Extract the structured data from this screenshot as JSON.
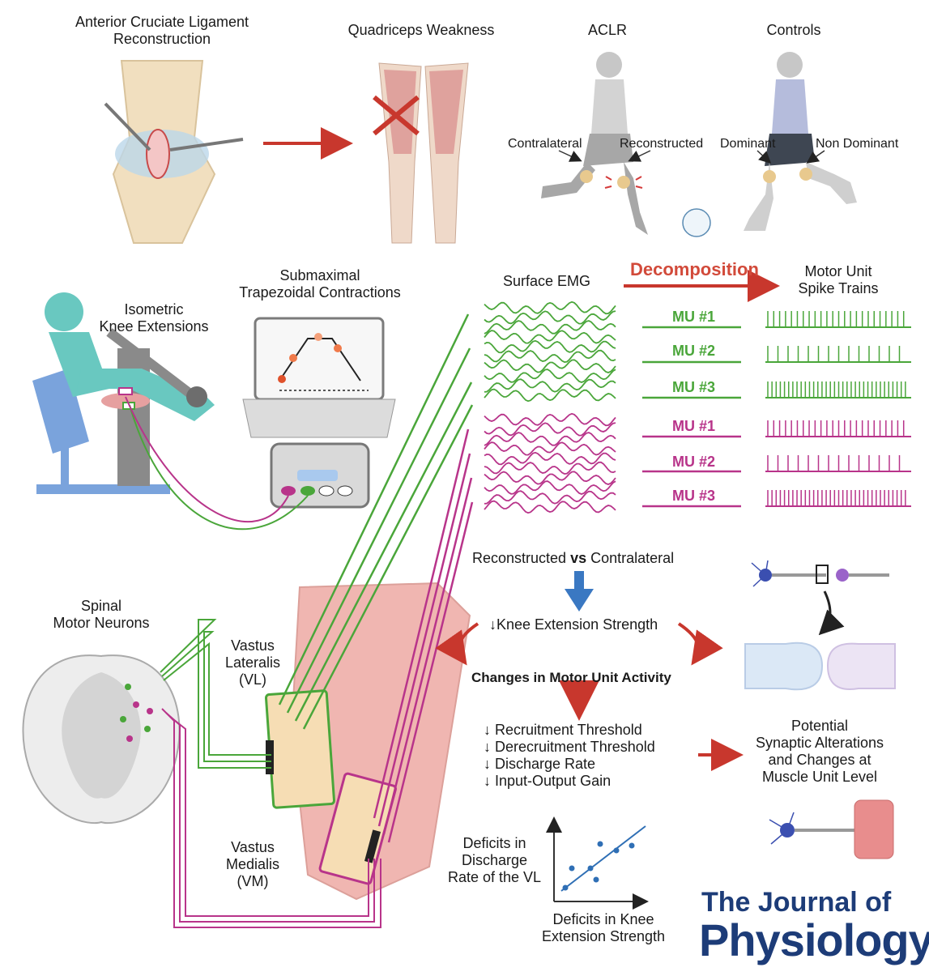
{
  "top": {
    "aclr_surgery": "Anterior Cruciate Ligament\nReconstruction",
    "quad_weakness": "Quadriceps Weakness",
    "aclr_group": "ACLR",
    "controls_group": "Controls",
    "contralateral": "Contralateral",
    "reconstructed": "Reconstructed",
    "dominant": "Dominant",
    "non_dominant": "Non Dominant"
  },
  "protocol": {
    "isometric": "Isometric\nKnee Extensions",
    "submaximal": "Submaximal\nTrapezoidal Contractions",
    "surface_emg": "Surface EMG",
    "decomposition": "Decomposition",
    "spike_trains": "Motor Unit\nSpike Trains",
    "vl_units": [
      "MU #1",
      "MU #2",
      "MU #3"
    ],
    "vm_units": [
      "MU #1",
      "MU #2",
      "MU #3"
    ]
  },
  "anatomy": {
    "spinal": "Spinal\nMotor Neurons",
    "vastus_lateralis": "Vastus\nLateralis\n(VL)",
    "vastus_medialis": "Vastus\nMedialis\n(VM)"
  },
  "findings": {
    "comparison_a": "Reconstructed ",
    "comparison_vs": "vs",
    "comparison_b": " Contralateral",
    "strength": "↓Knee Extension Strength",
    "changes": "Changes in Motor Unit Activity",
    "list": [
      "↓ Recruitment Threshold",
      "↓ Derecruitment Threshold",
      "↓ Discharge Rate",
      "↓ Input-Output Gain"
    ],
    "potential": "Potential\nSynaptic Alterations\nand Changes at\nMuscle Unit Level"
  },
  "scatter": {
    "ylabel": "Deficits in\nDischarge\nRate of the VL",
    "xlabel": "Deficits in Knee\nExtension Strength"
  },
  "journal": {
    "line1": "The Journal of",
    "line2": "Physiology"
  },
  "colors": {
    "green": "#4aa63a",
    "magenta": "#b8348a",
    "red_arrow": "#c8372d",
    "blue_arrow": "#3a78c2",
    "journal_blue": "#1d3c78"
  }
}
